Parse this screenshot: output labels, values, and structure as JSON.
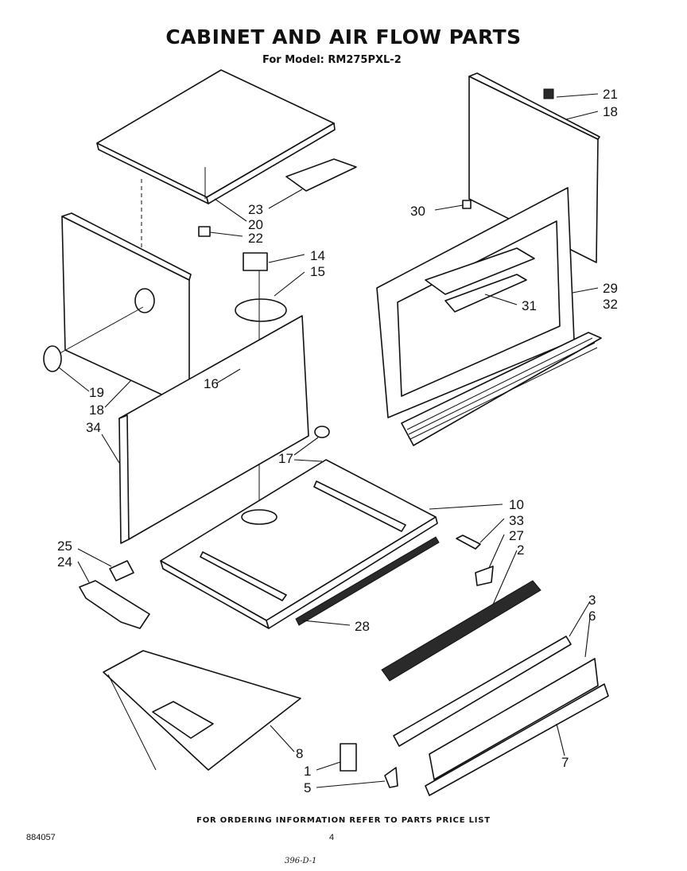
{
  "title": "CABINET AND AIR FLOW PARTS",
  "subtitle": "For Model: RM275PXL-2",
  "callouts": {
    "c21": "21",
    "c18a": "18",
    "c30": "30",
    "c23": "23",
    "c20": "20",
    "c22": "22",
    "c14": "14",
    "c15": "15",
    "c29": "29",
    "c32": "32",
    "c31": "31",
    "c16": "16",
    "c19": "19",
    "c18b": "18",
    "c34": "34",
    "c17": "17",
    "c10": "10",
    "c33": "33",
    "c27": "27",
    "c2": "2",
    "c25": "25",
    "c24": "24",
    "c28": "28",
    "c3": "3",
    "c6": "6",
    "c8": "8",
    "c1": "1",
    "c5": "5",
    "c7": "7"
  },
  "footer_note": "FOR ORDERING INFORMATION REFER TO PARTS PRICE LIST",
  "doc_number": "884057",
  "page_number": "4",
  "handwritten_note": "396-D-1"
}
